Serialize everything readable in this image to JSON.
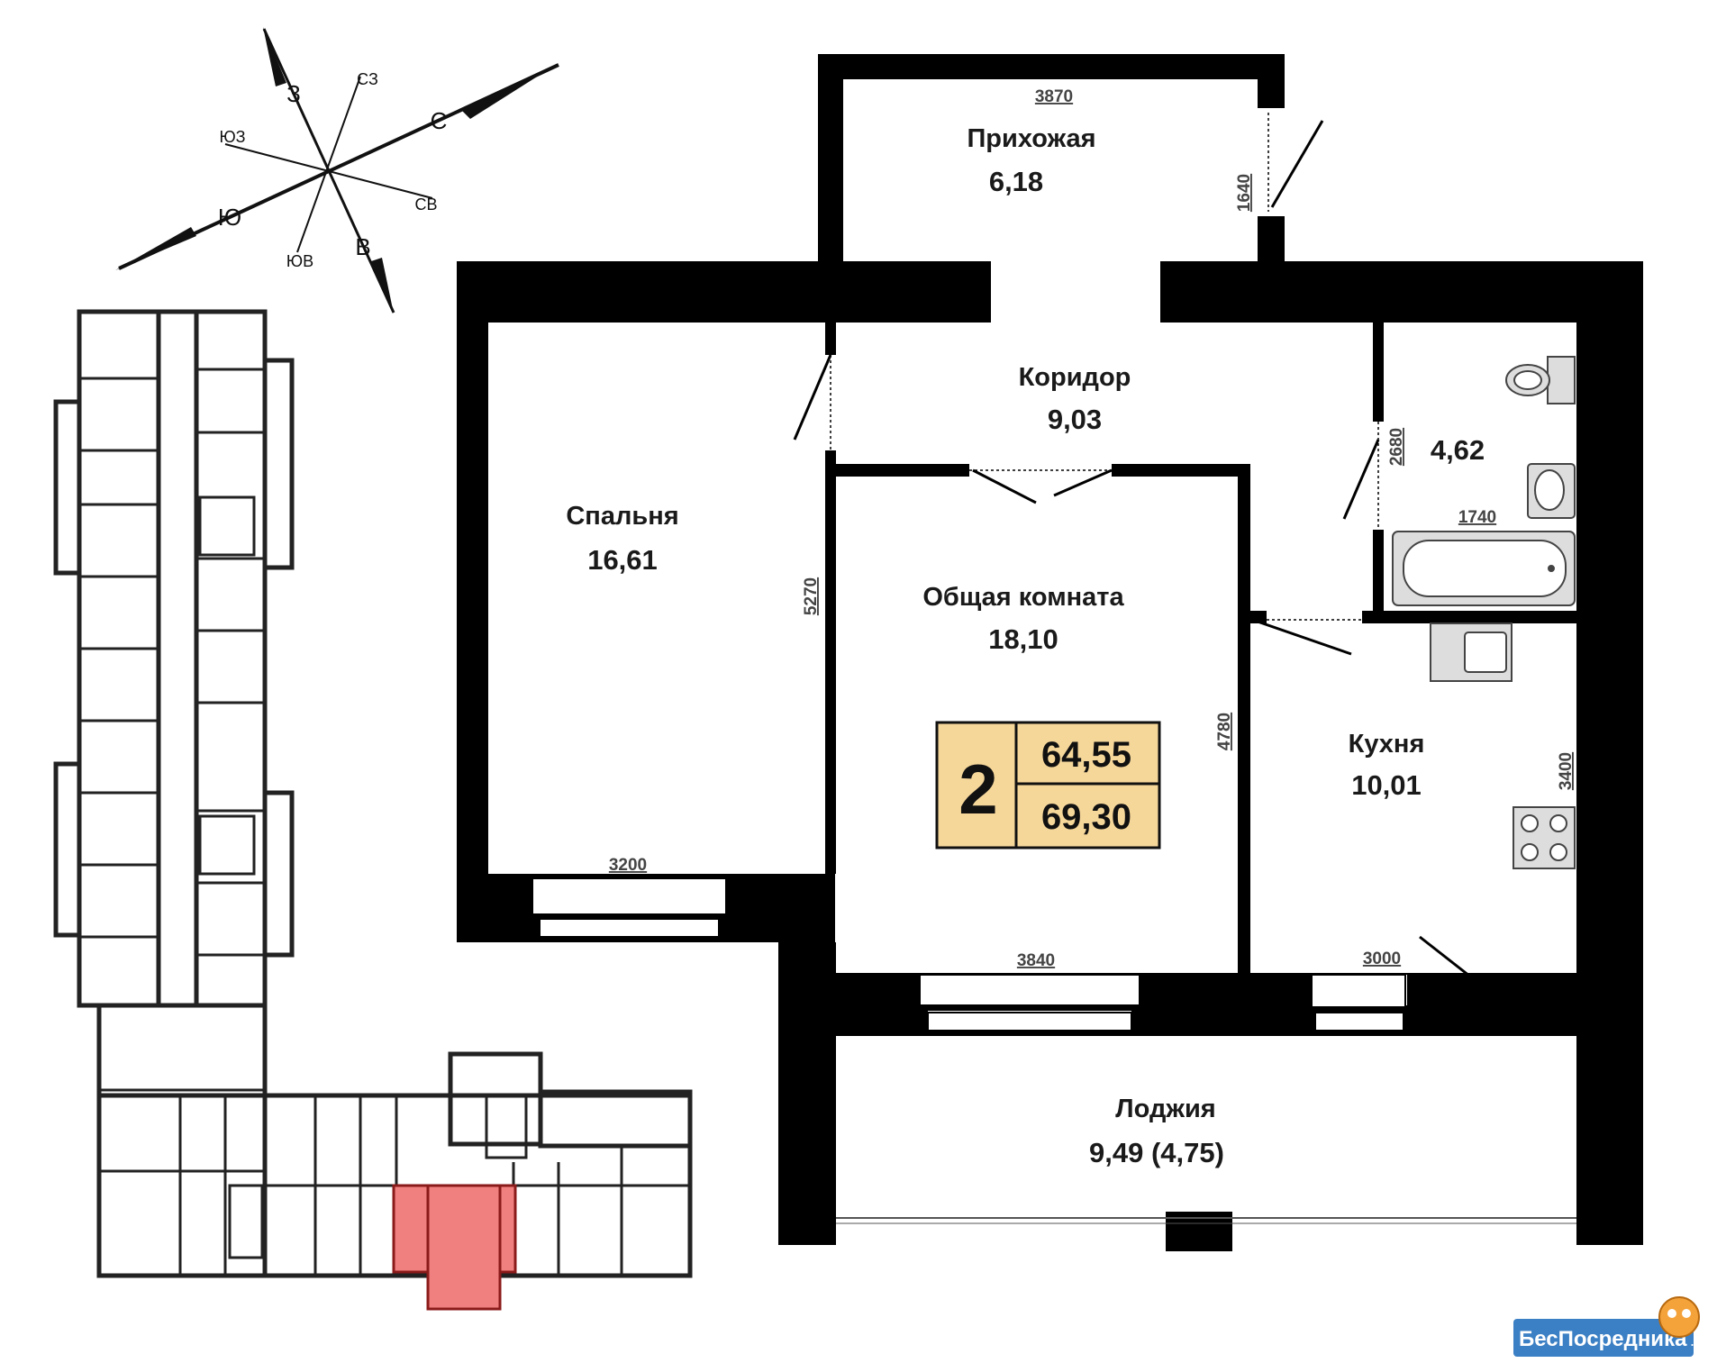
{
  "compass": {
    "north": "С",
    "south": "Ю",
    "west": "З",
    "east": "В",
    "northwest": "СЗ",
    "northeast": "СВ",
    "southwest": "ЮЗ",
    "southeast": "ЮВ"
  },
  "rooms": {
    "hallway": {
      "name": "Прихожая",
      "area": "6,18"
    },
    "corridor": {
      "name": "Коридор",
      "area": "9,03"
    },
    "bedroom": {
      "name": "Спальня",
      "area": "16,61"
    },
    "living": {
      "name": "Общая комната",
      "area": "18,10"
    },
    "bathroom": {
      "area": "4,62"
    },
    "kitchen": {
      "name": "Кухня",
      "area": "10,01"
    },
    "loggia": {
      "name": "Лоджия",
      "area": "9,49 (4,75)"
    }
  },
  "dimensions": {
    "hallway_width": "3870",
    "entry_door": "1640",
    "bedroom_height": "5270",
    "bedroom_width": "3200",
    "living_height": "4780",
    "living_width": "3840",
    "bath_height": "2680",
    "bath_width": "1740",
    "kitchen_height": "3400",
    "kitchen_width": "3000"
  },
  "summary": {
    "rooms_count": "2",
    "living_area": "64,55",
    "total_area": "69,30",
    "badge_color": "#f6d79a",
    "highlight_color": "#f08080"
  },
  "watermark": {
    "text": "БесПосредника",
    "suffix": ".ru",
    "color": "#3b7fc4"
  }
}
